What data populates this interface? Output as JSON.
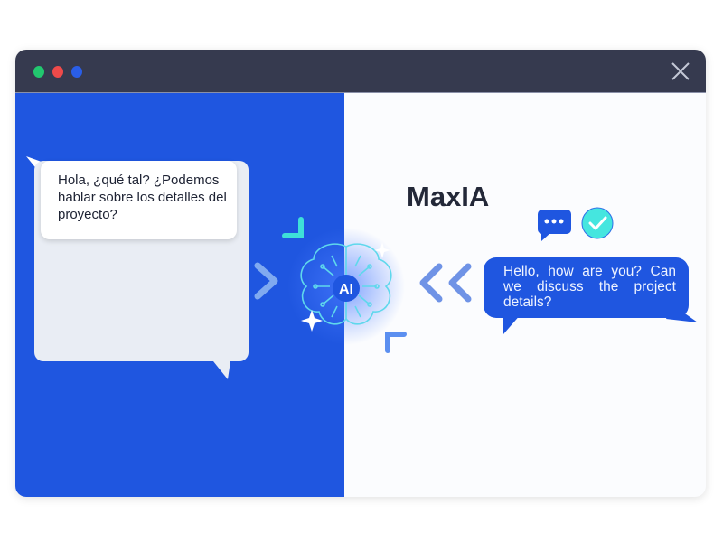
{
  "window": {
    "controls": {
      "green": "#22c76f",
      "red": "#ef4a4a",
      "blue": "#2a5ee8"
    },
    "close_icon": "close-icon"
  },
  "left_message": "Hola, ¿qué tal? ¿Podemos hablar sobre los detalles del proyecto?",
  "brand": "MaxIA",
  "ai_label": "AI",
  "right_message": "Hello, how are you? Can we discuss the project details?",
  "colors": {
    "accent": "#1f56e0",
    "titlebar": "#363a4f",
    "cyan": "#3ee0d8"
  }
}
